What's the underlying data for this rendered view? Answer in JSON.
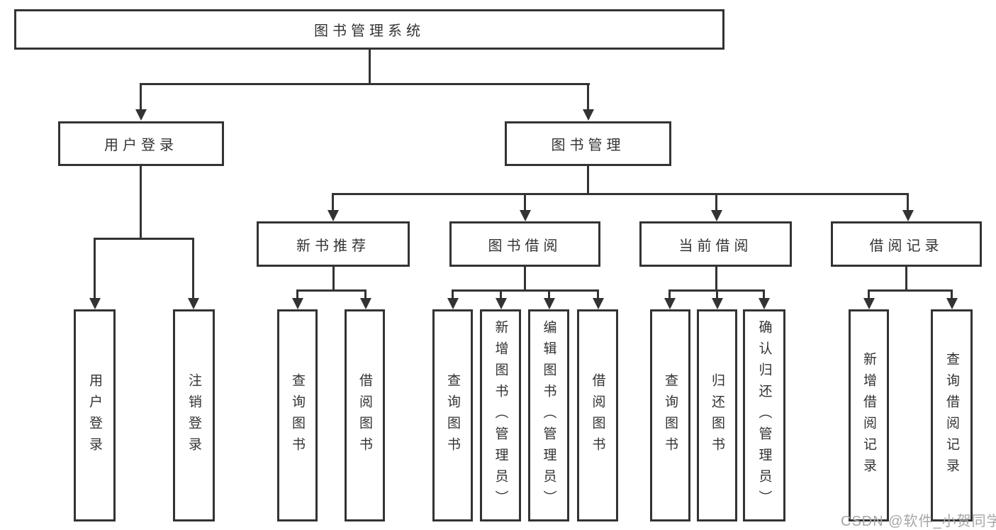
{
  "diagram_title": "图书管理系统",
  "watermark": "CSDN @软件_小贺同学",
  "colors": {
    "line": "#333333",
    "text": "#333333",
    "node_background": "#ffffff",
    "watermark": "#a6a6a6"
  },
  "nodes": {
    "root": {
      "label": "图书管理系统"
    },
    "user_login": {
      "label": "用户登录"
    },
    "book_mgmt": {
      "label": "图书管理"
    },
    "new_books": {
      "label": "新书推荐"
    },
    "book_borrow": {
      "label": "图书借阅"
    },
    "current_borrow": {
      "label": "当前借阅"
    },
    "borrow_records": {
      "label": "借阅记录"
    },
    "ul_login": {
      "label": "用户登录"
    },
    "ul_logout": {
      "label": "注销登录"
    },
    "nb_query": {
      "label": "查询图书"
    },
    "nb_borrow": {
      "label": "借阅图书"
    },
    "bb_query": {
      "label": "查询图书"
    },
    "bb_add": {
      "label": "新增图书（管理员）"
    },
    "bb_edit": {
      "label": "编辑图书（管理员）"
    },
    "bb_borrow": {
      "label": "借阅图书"
    },
    "cb_query": {
      "label": "查询图书"
    },
    "cb_return": {
      "label": "归还图书"
    },
    "cb_confirm": {
      "label": "确认归还（管理员）"
    },
    "br_add": {
      "label": "新增借阅记录"
    },
    "br_query": {
      "label": "查询借阅记录"
    }
  },
  "hierarchy": {
    "图书管理系统": {
      "用户登录": [
        "用户登录",
        "注销登录"
      ],
      "图书管理": {
        "新书推荐": [
          "查询图书",
          "借阅图书"
        ],
        "图书借阅": [
          "查询图书",
          "新增图书（管理员）",
          "编辑图书（管理员）",
          "借阅图书"
        ],
        "当前借阅": [
          "查询图书",
          "归还图书",
          "确认归还（管理员）"
        ],
        "借阅记录": [
          "新增借阅记录",
          "查询借阅记录"
        ]
      }
    }
  }
}
